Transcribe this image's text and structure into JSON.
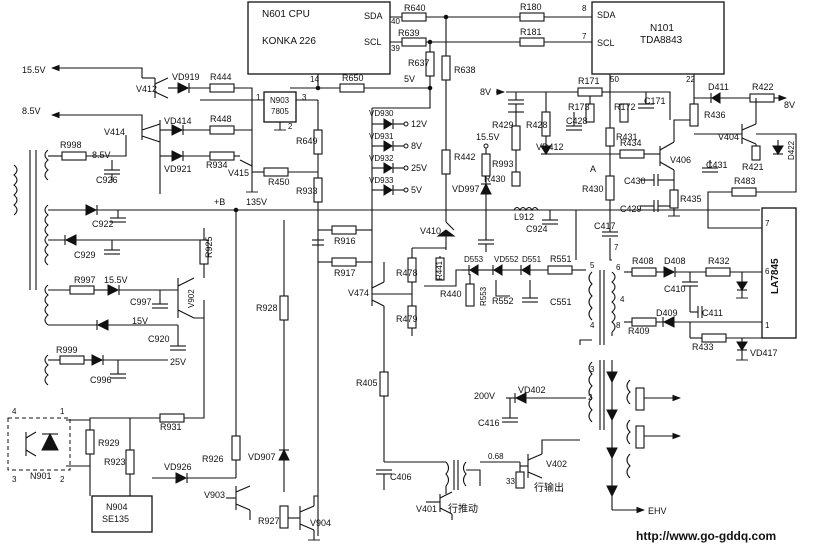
{
  "blocks": {
    "cpu": {
      "ref": "N601 CPU",
      "name": "KONKA 226",
      "pin_sda": "SDA",
      "pin_scl": "SCL",
      "pin40": "40",
      "pin39": "39",
      "pin14": "14"
    },
    "tda": {
      "ref": "N101",
      "name": "TDA8843",
      "pin_sda": "SDA",
      "pin_scl": "SCL",
      "pin8": "8",
      "pin7": "7",
      "pin50": "50",
      "pin22": "22"
    },
    "reg": {
      "ref": "N903",
      "name": "7805",
      "pin1": "1",
      "pin2": "2",
      "pin3": "3"
    },
    "la": {
      "name": "LA7845",
      "pin7": "7",
      "pin6": "6",
      "pin1": "1"
    },
    "se": {
      "ref": "N904",
      "name": "SE135"
    },
    "opto": {
      "ref": "N901",
      "p1": "1",
      "p2": "2",
      "p3": "3",
      "p4": "4"
    }
  },
  "labels": {
    "v15_5": "15.5V",
    "v8_5": "8.5V",
    "v8_5b": "8.5V",
    "v5": "5V",
    "v12": "12V",
    "v8": "8V",
    "v25": "25V",
    "v5b": "5V",
    "v8in": "8V",
    "v15_5b": "15.5V",
    "v8out": "8V",
    "b135": "135V",
    "plusb": "+B",
    "v15_5c": "15.5V",
    "v15": "15V",
    "v25b": "25V",
    "v200": "200V",
    "ehv": "EHV",
    "a": "A",
    "p5": "5",
    "p4": "4",
    "p3": "3",
    "p2": "2",
    "p7": "7",
    "p6": "6",
    "p8": "8",
    "p1": "1",
    "v068": "0.68",
    "v33": "33",
    "drive": "行推动",
    "hout": "行输出"
  },
  "components": {
    "R640": "R640",
    "R639": "R639",
    "R180": "R180",
    "R181": "R181",
    "R637": "R637",
    "R638": "R638",
    "R650": "R650",
    "V412": "V412",
    "VD919": "VD919",
    "R444": "R444",
    "V414": "V414",
    "VD414": "VD414",
    "R448": "R448",
    "VD921": "VD921",
    "R934": "R934",
    "V415": "V415",
    "R450": "R450",
    "R649": "R649",
    "R933": "R933",
    "R998": "R998",
    "C926": "C926",
    "C922": "C922",
    "C929": "C929",
    "R925": "R925",
    "R997": "R997",
    "C997": "C997",
    "V902": "V902",
    "C920": "C920",
    "R999": "R999",
    "C996": "C996",
    "R931": "R931",
    "R929": "R929",
    "R923": "R923",
    "VD926": "VD926",
    "R926": "R926",
    "VD907": "VD907",
    "V903": "V903",
    "R927": "R927",
    "V904": "V904",
    "R928": "R928",
    "R916": "R916",
    "R917": "R917",
    "V474": "V474",
    "R405": "R405",
    "C406": "C406",
    "V401": "V401",
    "VD930": "VD930",
    "VD931": "VD931",
    "VD932": "VD932",
    "VD933": "VD933",
    "R442": "R442",
    "V410": "V410",
    "R478": "R478",
    "R441": "R441",
    "R440": "R440",
    "R479": "R479",
    "VD997": "VD997",
    "R993": "R993",
    "L912": "L912",
    "C924": "C924",
    "D553": "D553",
    "VD552": "VD552",
    "D551": "D551",
    "R551": "R551",
    "R553": "R553",
    "R552": "R552",
    "C551": "C551",
    "VD402": "VD402",
    "C416": "C416",
    "V402": "V402",
    "R429": "R429",
    "R428": "R428",
    "R171": "R171",
    "R173": "R173",
    "R172": "R172",
    "C171": "C171",
    "C428": "C428",
    "R431": "R431",
    "VD412": "VD412",
    "R430": "R430",
    "R430b": "R430",
    "R434": "R434",
    "V406": "V406",
    "C430": "C430",
    "C429": "C429",
    "R435": "R435",
    "C417": "C417",
    "C431": "C431",
    "D411": "D411",
    "R422": "R422",
    "R436": "R436",
    "V404": "V404",
    "R421": "R421",
    "D422": "D422",
    "R483": "R483",
    "R408": "R408",
    "D408": "D408",
    "R432": "R432",
    "C410": "C410",
    "R409": "R409",
    "D409": "D409",
    "C411": "C411",
    "R433": "R433",
    "VD417": "VD417"
  },
  "watermark": "http://www.go-gddq.com"
}
